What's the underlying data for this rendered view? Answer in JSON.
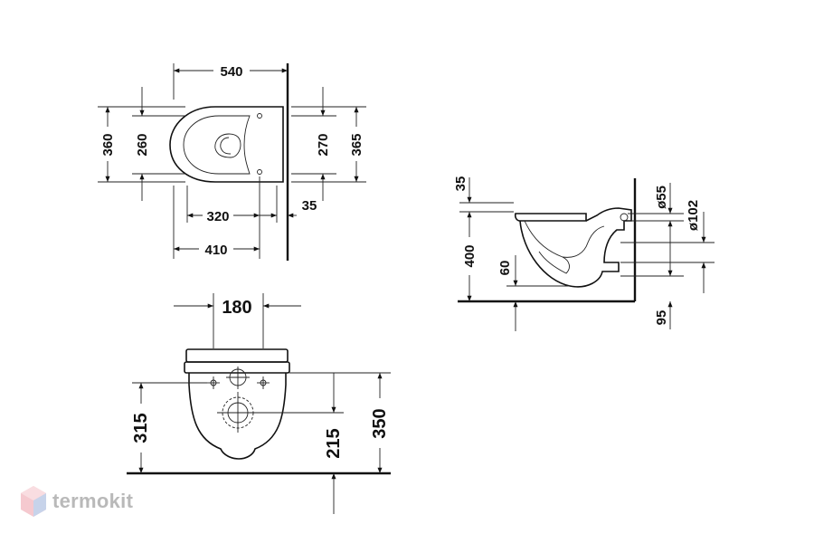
{
  "top_view": {
    "width_total": "540",
    "depth_outer_left": "360",
    "depth_inner_left": "260",
    "depth_inner_right": "270",
    "depth_outer_right": "365",
    "bolt_spacing": "320",
    "wall_offset": "35",
    "bowl_depth": "410"
  },
  "front_view": {
    "fixing_spacing": "180",
    "seat_height_left": "315",
    "outlet_height": "215",
    "seat_height_right": "350"
  },
  "side_view": {
    "rim_height": "35",
    "total_height": "400",
    "outlet_offset": "60",
    "inlet_diameter": "ø55",
    "outlet_diameter": "ø102",
    "floor_offset": "95"
  },
  "brand": {
    "name": "termokit",
    "color": "#b9b9b9",
    "accent": "#f2b8c0"
  }
}
